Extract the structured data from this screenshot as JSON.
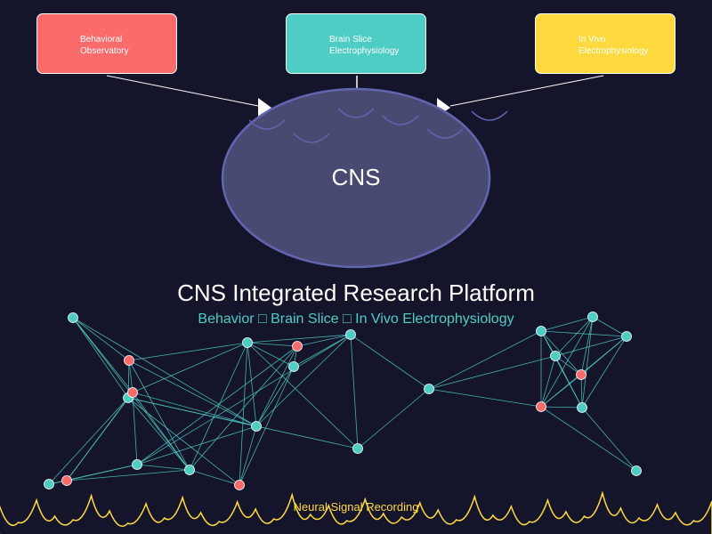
{
  "colors": {
    "background": "#14152b",
    "behavior": "#fb6b6b",
    "slice": "#4ecdc4",
    "invivo": "#ffd93d",
    "cns_fill": "#494a72",
    "cns_stroke": "#6265b0",
    "node_teal": "#4ecdc4",
    "node_red": "#fb6b6b",
    "signal": "#ffd93d"
  },
  "methods": {
    "behavior": {
      "label": "Behavioral\nObservatory"
    },
    "slice": {
      "label": "Brain Slice\nElectrophysiology"
    },
    "invivo": {
      "label": "In Vivo\nElectrophysiology"
    }
  },
  "cns": {
    "label": "CNS"
  },
  "title": "CNS Integrated Research Platform",
  "subtitle": "Behavior □ Brain Slice □ In Vivo Electrophysiology",
  "signal": {
    "label": "Neural Signal Recording"
  },
  "network": {
    "node_types": [
      "teal",
      "red",
      "teal",
      "red",
      "teal",
      "teal",
      "teal",
      "red",
      "teal",
      "teal",
      "teal",
      "red",
      "red",
      "teal",
      "teal",
      "teal",
      "teal",
      "teal",
      "teal",
      "red",
      "teal",
      "red",
      "teal",
      "teal"
    ]
  }
}
